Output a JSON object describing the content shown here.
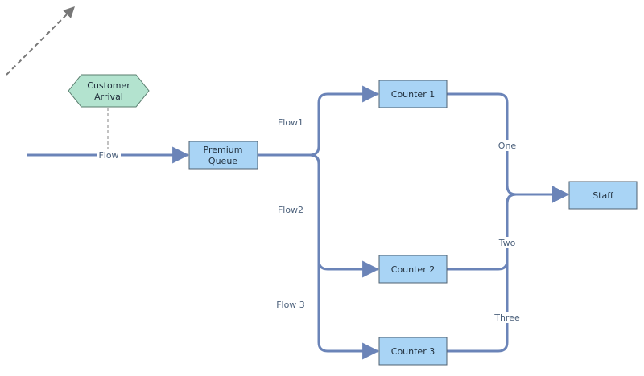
{
  "diagram": {
    "colors": {
      "flow_line": "#6b84b8",
      "dashed_line": "#777777",
      "rect_fill": "#a9d4f5",
      "rect_stroke": "#4f6070",
      "hex_fill": "#b3e3cf",
      "hex_stroke": "#5a7d6e"
    },
    "nodes": {
      "customer_arrival": {
        "line1": "Customer",
        "line2": "Arrival"
      },
      "premium_queue": {
        "line1": "Premium",
        "line2": "Queue"
      },
      "counter_1": {
        "label": "Counter 1"
      },
      "counter_2": {
        "label": "Counter 2"
      },
      "counter_3": {
        "label": "Counter 3"
      },
      "staff": {
        "label": "Staff"
      }
    },
    "edges": {
      "flow": "Flow",
      "flow1": "Flow1",
      "flow2": "Flow2",
      "flow3": "Flow 3",
      "one": "One",
      "two": "Two",
      "three": "Three"
    }
  }
}
